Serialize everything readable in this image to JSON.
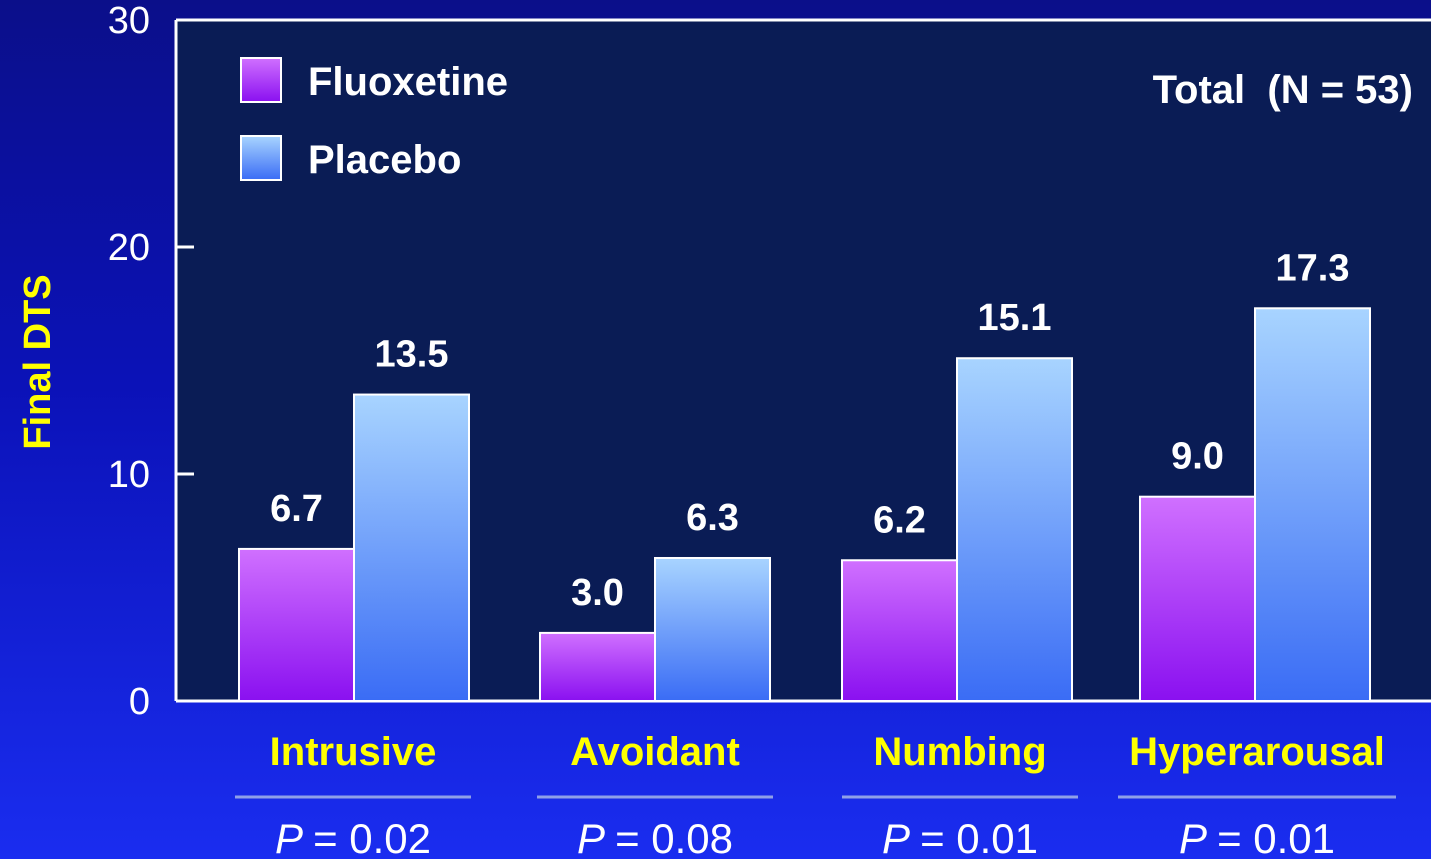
{
  "chart_data": {
    "type": "bar",
    "ylabel": "Final DTS",
    "ylim": [
      0,
      30
    ],
    "yticks": [
      0,
      10,
      20,
      30
    ],
    "categories": [
      "Intrusive",
      "Avoidant",
      "Numbing",
      "Hyperarousal"
    ],
    "series": [
      {
        "name": "Fluoxetine",
        "values": [
          6.7,
          3.0,
          6.2,
          9.0
        ],
        "labels": [
          "6.7",
          "3.0",
          "6.2",
          "9.0"
        ],
        "color_top": "#d070ff",
        "color_bottom": "#8a10f0"
      },
      {
        "name": "Placebo",
        "values": [
          13.5,
          6.3,
          15.1,
          17.3
        ],
        "labels": [
          "13.5",
          "6.3",
          "15.1",
          "17.3"
        ],
        "color_top": "#a8d4ff",
        "color_bottom": "#3a6cf5"
      }
    ],
    "p_values": [
      "0.02",
      "0.08",
      "0.01",
      "0.01"
    ],
    "p_prefix": "P",
    "p_operator": "= ",
    "annotation": "Total  (N = 53)",
    "legend_position": "top-left",
    "plot_background": "#0a1c55",
    "axis_color": "#ffffff",
    "category_color": "#ffff00",
    "ylabel_color": "#ffff00"
  }
}
